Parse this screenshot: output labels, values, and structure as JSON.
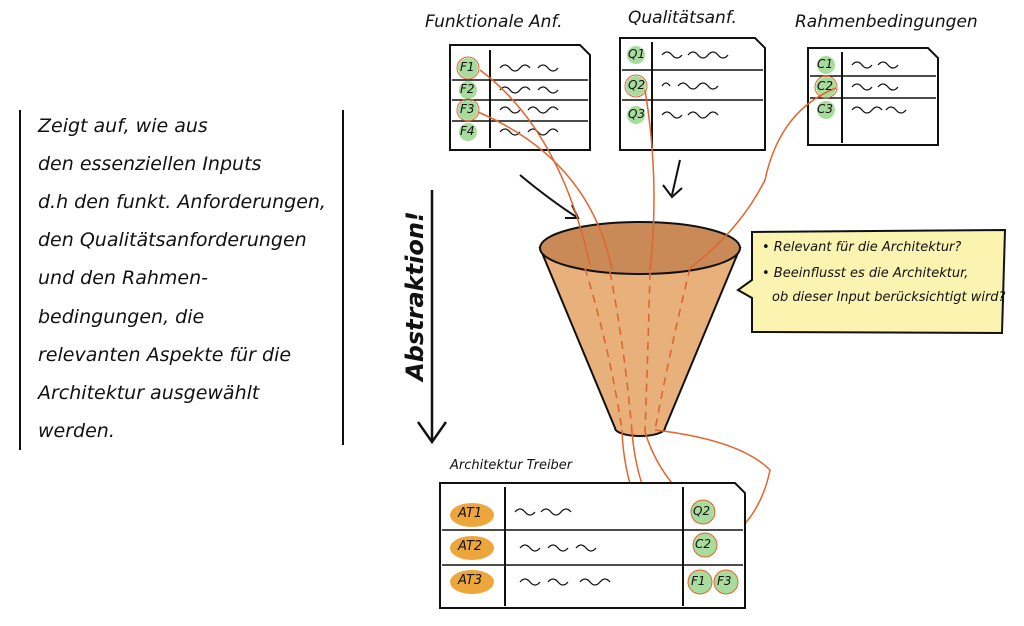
{
  "description_text": {
    "lines": [
      "Zeigt auf, wie aus",
      "den essenziellen Inputs",
      "d.h den funkt. Anforderungen,",
      "den Qualitätsanforderungen",
      "und den Rahmen-",
      "bedingungen, die",
      "relevanten Aspekte für die",
      "Architektur ausgewählt",
      "werden."
    ]
  },
  "inputs": {
    "functional": {
      "title": "Funktionale Anf.",
      "ids": [
        "F1",
        "F2",
        "F3",
        "F4"
      ]
    },
    "quality": {
      "title": "Qualitätsanf.",
      "ids": [
        "Q1",
        "Q2",
        "Q3"
      ]
    },
    "constraints": {
      "title": "Rahmenbedingungen",
      "ids": [
        "C1",
        "C2",
        "C3"
      ]
    }
  },
  "abstraction_label": "Abstraktion!",
  "callout": {
    "lines": [
      "• Relevant für die Architektur?",
      "• Beeinflusst es die Architektur,",
      "ob dieser Input berücksichtigt wird?"
    ]
  },
  "drivers": {
    "title": "Architektur Treiber",
    "rows": [
      {
        "id": "AT1",
        "sources": [
          "Q2"
        ]
      },
      {
        "id": "AT2",
        "sources": [
          "C2"
        ]
      },
      {
        "id": "AT3",
        "sources": [
          "F1",
          "F3"
        ]
      }
    ]
  },
  "colors": {
    "funnel": "#e8b07a",
    "line": "#e0652e",
    "badge": "#a8dc9c",
    "driver": "#eda63c",
    "callout": "#fbf3b0"
  }
}
